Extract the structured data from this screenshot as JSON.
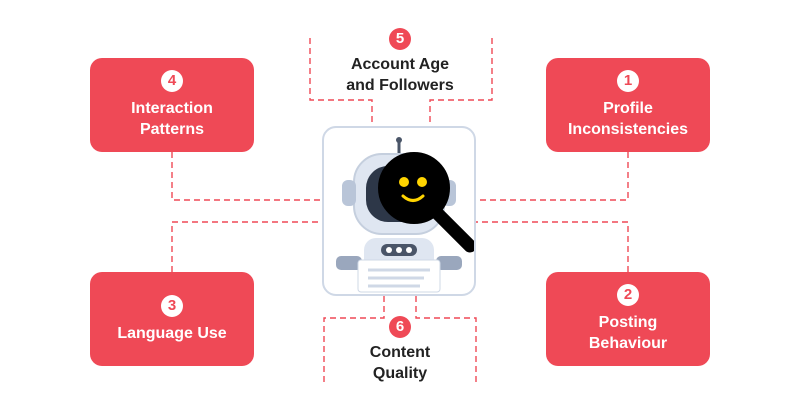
{
  "nodes": [
    {
      "id": "n1",
      "number": "1",
      "label": "Profile\nInconsistencies"
    },
    {
      "id": "n2",
      "number": "2",
      "label": "Posting\nBehaviour"
    },
    {
      "id": "n3",
      "number": "3",
      "label": "Language Use"
    },
    {
      "id": "n4",
      "number": "4",
      "label": "Interaction\nPatterns"
    },
    {
      "id": "n5",
      "number": "5",
      "label": "Account Age\nand Followers"
    },
    {
      "id": "n6",
      "number": "6",
      "label": "Content\nQuality"
    }
  ],
  "colors": {
    "accent": "#ef4956",
    "frame": "#cfd8e6",
    "robot_body": "#dfe6f1",
    "robot_dark": "#4a5568",
    "lens": "#000000",
    "smile": "#ffd400"
  },
  "icons": {
    "center": "robot-with-magnifier-icon"
  }
}
